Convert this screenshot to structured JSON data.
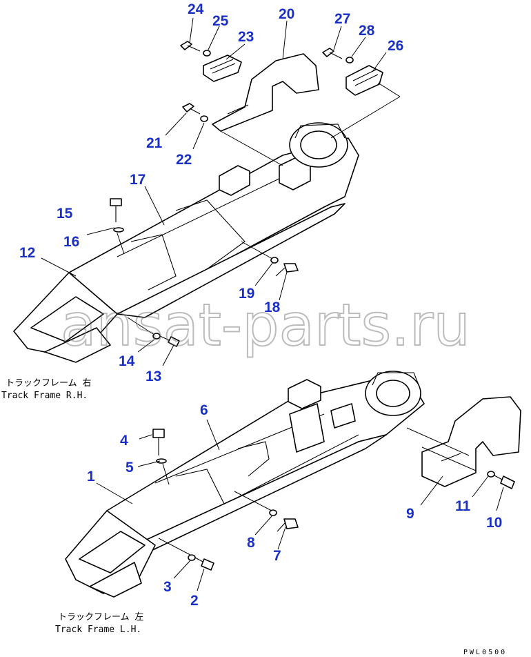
{
  "callouts": [
    "24",
    "25",
    "23",
    "20",
    "27",
    "28",
    "26",
    "21",
    "22",
    "17",
    "15",
    "16",
    "12",
    "19",
    "18",
    "14",
    "13",
    "6",
    "4",
    "5",
    "1",
    "9",
    "11",
    "10",
    "8",
    "7",
    "3",
    "2"
  ],
  "captions": {
    "rh_jp": "トラックフレーム 右",
    "rh_en": "Track Frame R.H.",
    "lh_jp": "トラックフレーム 左",
    "lh_en": "Track Frame L.H."
  },
  "drawing_code": "PWL0500",
  "watermark": "ansat-parts.ru",
  "colors": {
    "callout": "#1a2fc6",
    "line": "#000000",
    "background": "#ffffff"
  }
}
